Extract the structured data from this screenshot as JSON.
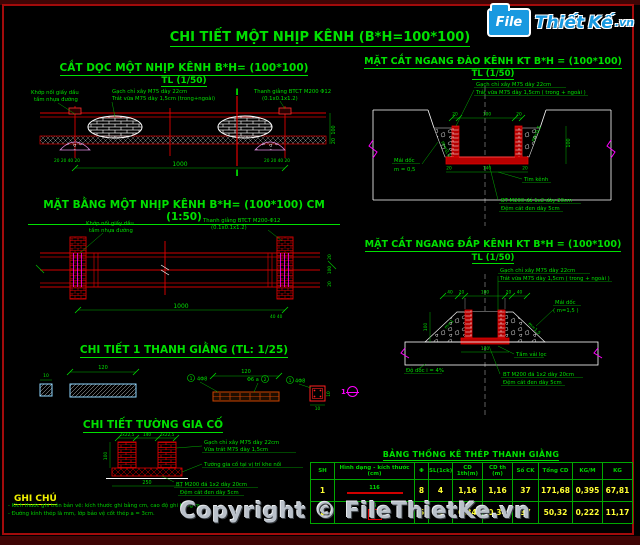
{
  "page": {
    "title": "CHI TIẾT MỘT NHỊP KÊNH (B*H=100*100)",
    "watermark": "Copyright © FileThietKe.vn"
  },
  "logo": {
    "file": "File",
    "thiet": "Thiết",
    "ke": "Kế",
    "vn": ".vn"
  },
  "cat_doc": {
    "title": "CẮT DỌC MỘT NHỊP KÊNH B*H= (100*100)",
    "scale": "TL (1/50)",
    "lbl_joint1": "Khớp nối giấy dầu",
    "lbl_joint2": "tấm nhựa đường",
    "lbl_wall1": "Gạch chỉ xây M75 dày 22cm",
    "lbl_wall2": "Trát vữa M75 dày 1,5cm (trong+ngoài)",
    "lbl_tie1": "Thanh giằng BTCT M200 Φ12",
    "lbl_tie2": "(0.1x0.1x1.2)",
    "sec": "I",
    "dim_cluster_l": "20 20 40 20",
    "dim_cluster_r": "20 20 40 20",
    "dim_total": "1000",
    "dim_h": "100",
    "dim_t": "20"
  },
  "mat_bang": {
    "title": "MẶT BẰNG MỘT NHỊP KÊNH B*H= (100*100) CM (1:50)",
    "lbl_joint1": "Khớp nối giấy dầu",
    "lbl_joint2": "tấm nhựa đường",
    "lbl_tie1": "Thanh giằng BTCT M200-Φ12",
    "lbl_tie2": "(0.1x0.1x1.2)",
    "dim_total": "1000",
    "dim_end": "40 40",
    "dim_w1": "20",
    "dim_w2": "100",
    "dim_w3": "20"
  },
  "thanh_giang": {
    "title": "CHI TIẾT 1 THANH GIẰNG (TL: 1/25)",
    "dim_sq": "10",
    "dim_bar": "120",
    "dim_elev": "120",
    "c1": "1",
    "c1t": "4Φ8",
    "c2t": "Φ6 a",
    "c2": "2",
    "c3": "1",
    "c3t": "4Φ8",
    "dim_sec_w": "10",
    "dim_sec_h": "10"
  },
  "tuong_gia_co": {
    "title": "CHI TIẾT TƯỜNG GIA CỐ",
    "dim_l": "2x22,5",
    "dim_m": "140",
    "dim_r": "2x22,5",
    "dim_h": "100",
    "dim_total": "250",
    "lbl_brick1": "Gạch chỉ xây M75 dày 22cm",
    "lbl_brick2": "Vữa trát M75 dày 1,5cm",
    "lbl_pos": "Tường gia cố tại vị trí khe nối",
    "lbl_bt1": "BT M200 đá 1x2 dày 20cm",
    "lbl_bt2": "Đệm cát đen dày 5cm"
  },
  "ghi_chu": {
    "title": "GHI CHÚ",
    "note1": "- Kích thước ghi trên bản vẽ: kích thước ghi bằng cm, cao độ ghi bằng m.",
    "note2": "- Đường kính thép là mm, lớp bảo vệ cốt thép a = 3cm."
  },
  "cat_dao": {
    "title": "MẶT CẮT NGANG ĐÀO KÊNH KT B*H = (100*100)",
    "scale": "TL (1/50)",
    "lbl_top1": "Gạch chỉ xây M75 dày 22cm",
    "lbl_top2": "Trát vữa M75 dày 1,5cm ( trong + ngoài )",
    "slope_l": "m=0,5",
    "slope_r": "m=0,5",
    "lbl_slope1": "Mái dốc",
    "lbl_slope2": "m = 0,5",
    "dt0": "20",
    "dt1": "100",
    "dt2": "20",
    "dim_h": "100",
    "db0": "20",
    "db1": "140",
    "db2": "20",
    "lbl_tim": "Tim kênh",
    "lbl_bt1": "BT M200 đá 1x2 dày 20cm",
    "lbl_bt2": "Đệm cát đen dày 5cm"
  },
  "cat_dap": {
    "title": "MẶT CẮT NGANG ĐẮP KÊNH KT B*H = (100*100)",
    "scale": "TL (1/50)",
    "lbl_top1": "Gạch chỉ xây M75 dày 22cm",
    "lbl_top2": "Trát vữa M75 dày 1,5cm ( trong + ngoài )",
    "dt0": "40",
    "dt1": "20",
    "dt2": "100",
    "dt3": "20",
    "dt4": "40",
    "dim_h": "100",
    "slope_l": "m=1",
    "slope_r": "m=1,5",
    "lbl_slope1": "Mái dốc",
    "lbl_slope2": "( m=1,5 )",
    "dim_b": "140",
    "lbl_vai": "Tấm vải lọc",
    "lbl_doc": "Độ dốc i = 4%",
    "lbl_bt1": "BT M200 đá 1x2 dày 20cm",
    "lbl_bt2": "Đệm cát đen dày 5cm",
    "marker": "1"
  },
  "table": {
    "title": "BẢNG THỐNG KÊ THÉP THANH GIẰNG",
    "headers": [
      "SH",
      "Hình dạng - kích thước (cm)",
      "Φ",
      "SL(1ck)",
      "CD 1th(m)",
      "CD th (m)",
      "Số CK",
      "Tổng CD",
      "KG/M",
      "KG"
    ],
    "r1": {
      "sh": "1",
      "shape": "116",
      "phi": "8",
      "sl": "4",
      "cd1": "1,16",
      "cdt": "1,16",
      "ck": "37",
      "tong": "171,68",
      "kgm": "0,395",
      "kg": "67,81"
    },
    "r2": {
      "sh": "2",
      "shape": "8",
      "phi": "6",
      "sl": "4",
      "cd1": "0,34",
      "cdt": "0,34",
      "ck": "37",
      "tong": "50,32",
      "kgm": "0,222",
      "kg": "11,17"
    }
  }
}
